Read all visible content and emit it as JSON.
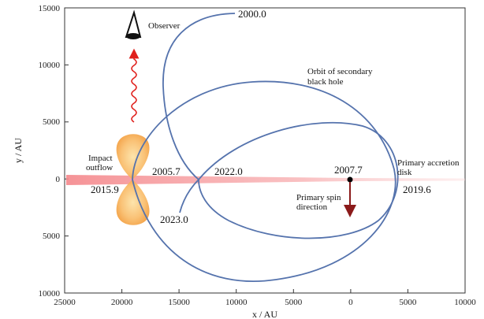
{
  "axes": {
    "ylabel": "y / AU",
    "xlabel": "x / AU",
    "x_ticks": [
      "25000",
      "20000",
      "15000",
      "10000",
      "5000",
      "0",
      "5000",
      "10000"
    ],
    "y_ticks": [
      "15000",
      "10000",
      "5000",
      "0",
      "5000",
      "10000"
    ]
  },
  "labels": {
    "observer": "Observer",
    "impact_outflow_1": "Impact",
    "impact_outflow_2": "outflow",
    "orbit_1": "Orbit of secondary",
    "orbit_2": "black hole",
    "accretion_1": "Primary accretion",
    "accretion_2": "disk",
    "spin_1": "Primary spin",
    "spin_2": "direction"
  },
  "epochs": {
    "y2000": "2000.0",
    "y2005": "2005.7",
    "y2007": "2007.7",
    "y2015": "2015.9",
    "y2019": "2019.6",
    "y2022": "2022.0",
    "y2023": "2023.0"
  },
  "colors": {
    "orbit": "#5573ad",
    "disk": "#f4878b",
    "outflow": "#f7a94e",
    "spin_arrow": "#8b1a1a",
    "wave": "#e0201c"
  }
}
